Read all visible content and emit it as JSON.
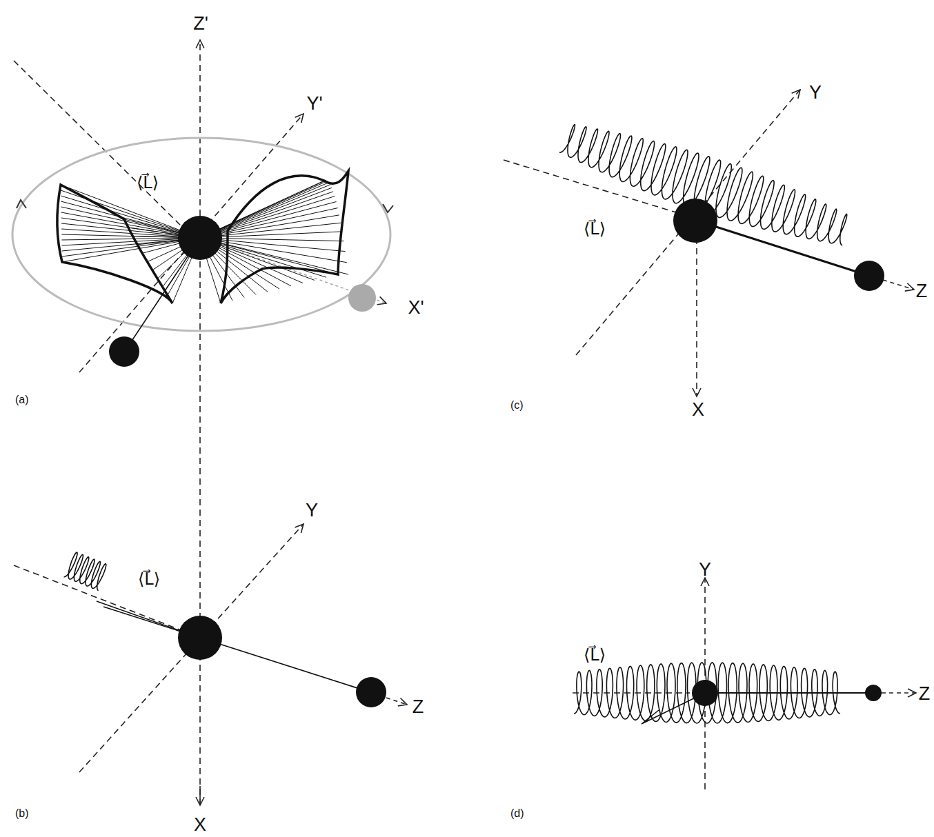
{
  "diagram": {
    "labels": [
      "Z'",
      "Y'",
      "X'",
      "⟨L⃗⟩",
      "(a)",
      "Y",
      "X",
      "Z",
      "⟨L⃗⟩",
      "(b)",
      "Y",
      "X",
      "Z",
      "⟨L⃗⟩",
      "(c)",
      "Y",
      "Z",
      "⟨L⃗⟩",
      "(d)"
    ]
  }
}
